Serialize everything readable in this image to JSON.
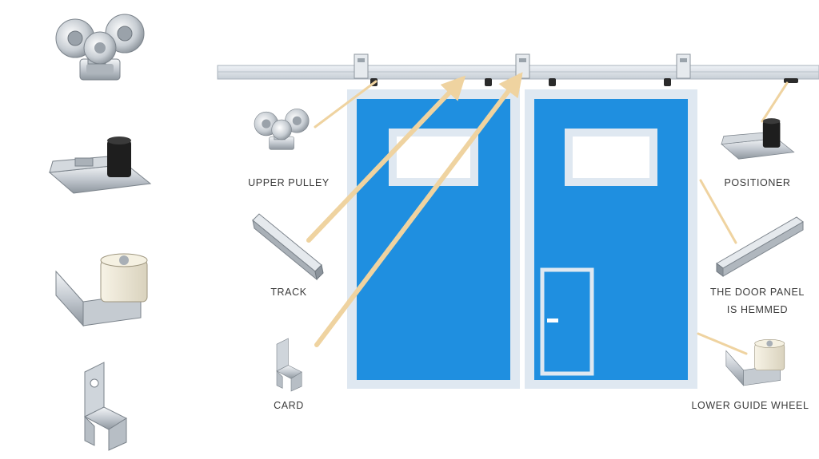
{
  "labels": {
    "upper_pulley": "UPPER PULLEY",
    "track": "TRACK",
    "card": "CARD",
    "positioner": "POSITIONER",
    "door_panel_line1": "THE DOOR PANEL",
    "door_panel_line2": "IS HEMMED",
    "lower_guide_wheel": "LOWER GUIDE WHEEL"
  },
  "colors": {
    "door_blue": "#1f8fe0",
    "door_frame": "#dfe8f1",
    "arrow": "#efd3a0",
    "metal": "#c9cfd6",
    "rail": "#dde3ea"
  },
  "icons": [
    "upper-pulley-icon",
    "positioner-icon",
    "lower-guide-wheel-icon",
    "card-icon",
    "track-icon"
  ]
}
